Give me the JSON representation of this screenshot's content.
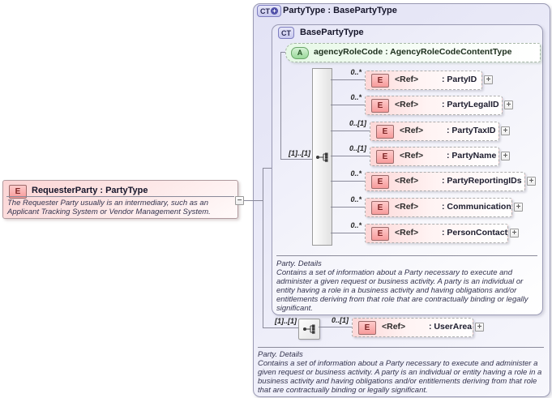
{
  "glyphs": {
    "plus": "+",
    "minus": "−"
  },
  "colors": {
    "complex_type_fill": "#e4e4f6",
    "element_fill": "#fdd9d9",
    "attribute_fill": "#e7f8e7",
    "border_gray": "#9a9ab3"
  },
  "outer_type": {
    "badge": "CT",
    "title": "PartyType : BasePartyType",
    "annotation_title": "Party. Details",
    "annotation_body": "Contains a set of information about a Party necessary to execute and administer a given request or business activity. A party is an individual or entity having a role in a business activity and having obligations and/or entitlements deriving from that role that are contractually binding or legally significant."
  },
  "base_type": {
    "badge": "CT",
    "title": "BasePartyType",
    "attribute": {
      "badge": "A",
      "label": "agencyRoleCode : AgencyRoleCodeContentType"
    },
    "sequence_cardinality": "[1]..[1]",
    "elements": [
      {
        "badge": "E",
        "ref_label": "<Ref>",
        "name_label": ": PartyID",
        "cardinality": "0..*"
      },
      {
        "badge": "E",
        "ref_label": "<Ref>",
        "name_label": ": PartyLegalID",
        "cardinality": "0..*"
      },
      {
        "badge": "E",
        "ref_label": "<Ref>",
        "name_label": ": PartyTaxID",
        "cardinality": "0..[1]"
      },
      {
        "badge": "E",
        "ref_label": "<Ref>",
        "name_label": ": PartyName",
        "cardinality": "0..[1]"
      },
      {
        "badge": "E",
        "ref_label": "<Ref>",
        "name_label": ": PartyReportingIDs",
        "cardinality": "0..*"
      },
      {
        "badge": "E",
        "ref_label": "<Ref>",
        "name_label": ": Communication",
        "cardinality": "0..*"
      },
      {
        "badge": "E",
        "ref_label": "<Ref>",
        "name_label": ": PersonContact",
        "cardinality": "0..*"
      }
    ],
    "annotation_title": "Party. Details",
    "annotation_body": "Contains a set of information about a Party necessary to execute and administer a given request or business activity. A party is an individual or entity having a role in a business activity and having obligations and/or entitlements deriving from that role that are contractually binding or legally significant."
  },
  "extension": {
    "sequence_cardinality": "[1]..[1]",
    "element": {
      "badge": "E",
      "ref_label": "<Ref>",
      "name_label": ": UserArea",
      "cardinality": "0..[1]"
    }
  },
  "requester_party": {
    "badge": "E",
    "title": "RequesterParty : PartyType",
    "annotation": "The Requester Party  usually is an intermediary, such as an Applicant Tracking System or Vendor Management System."
  }
}
